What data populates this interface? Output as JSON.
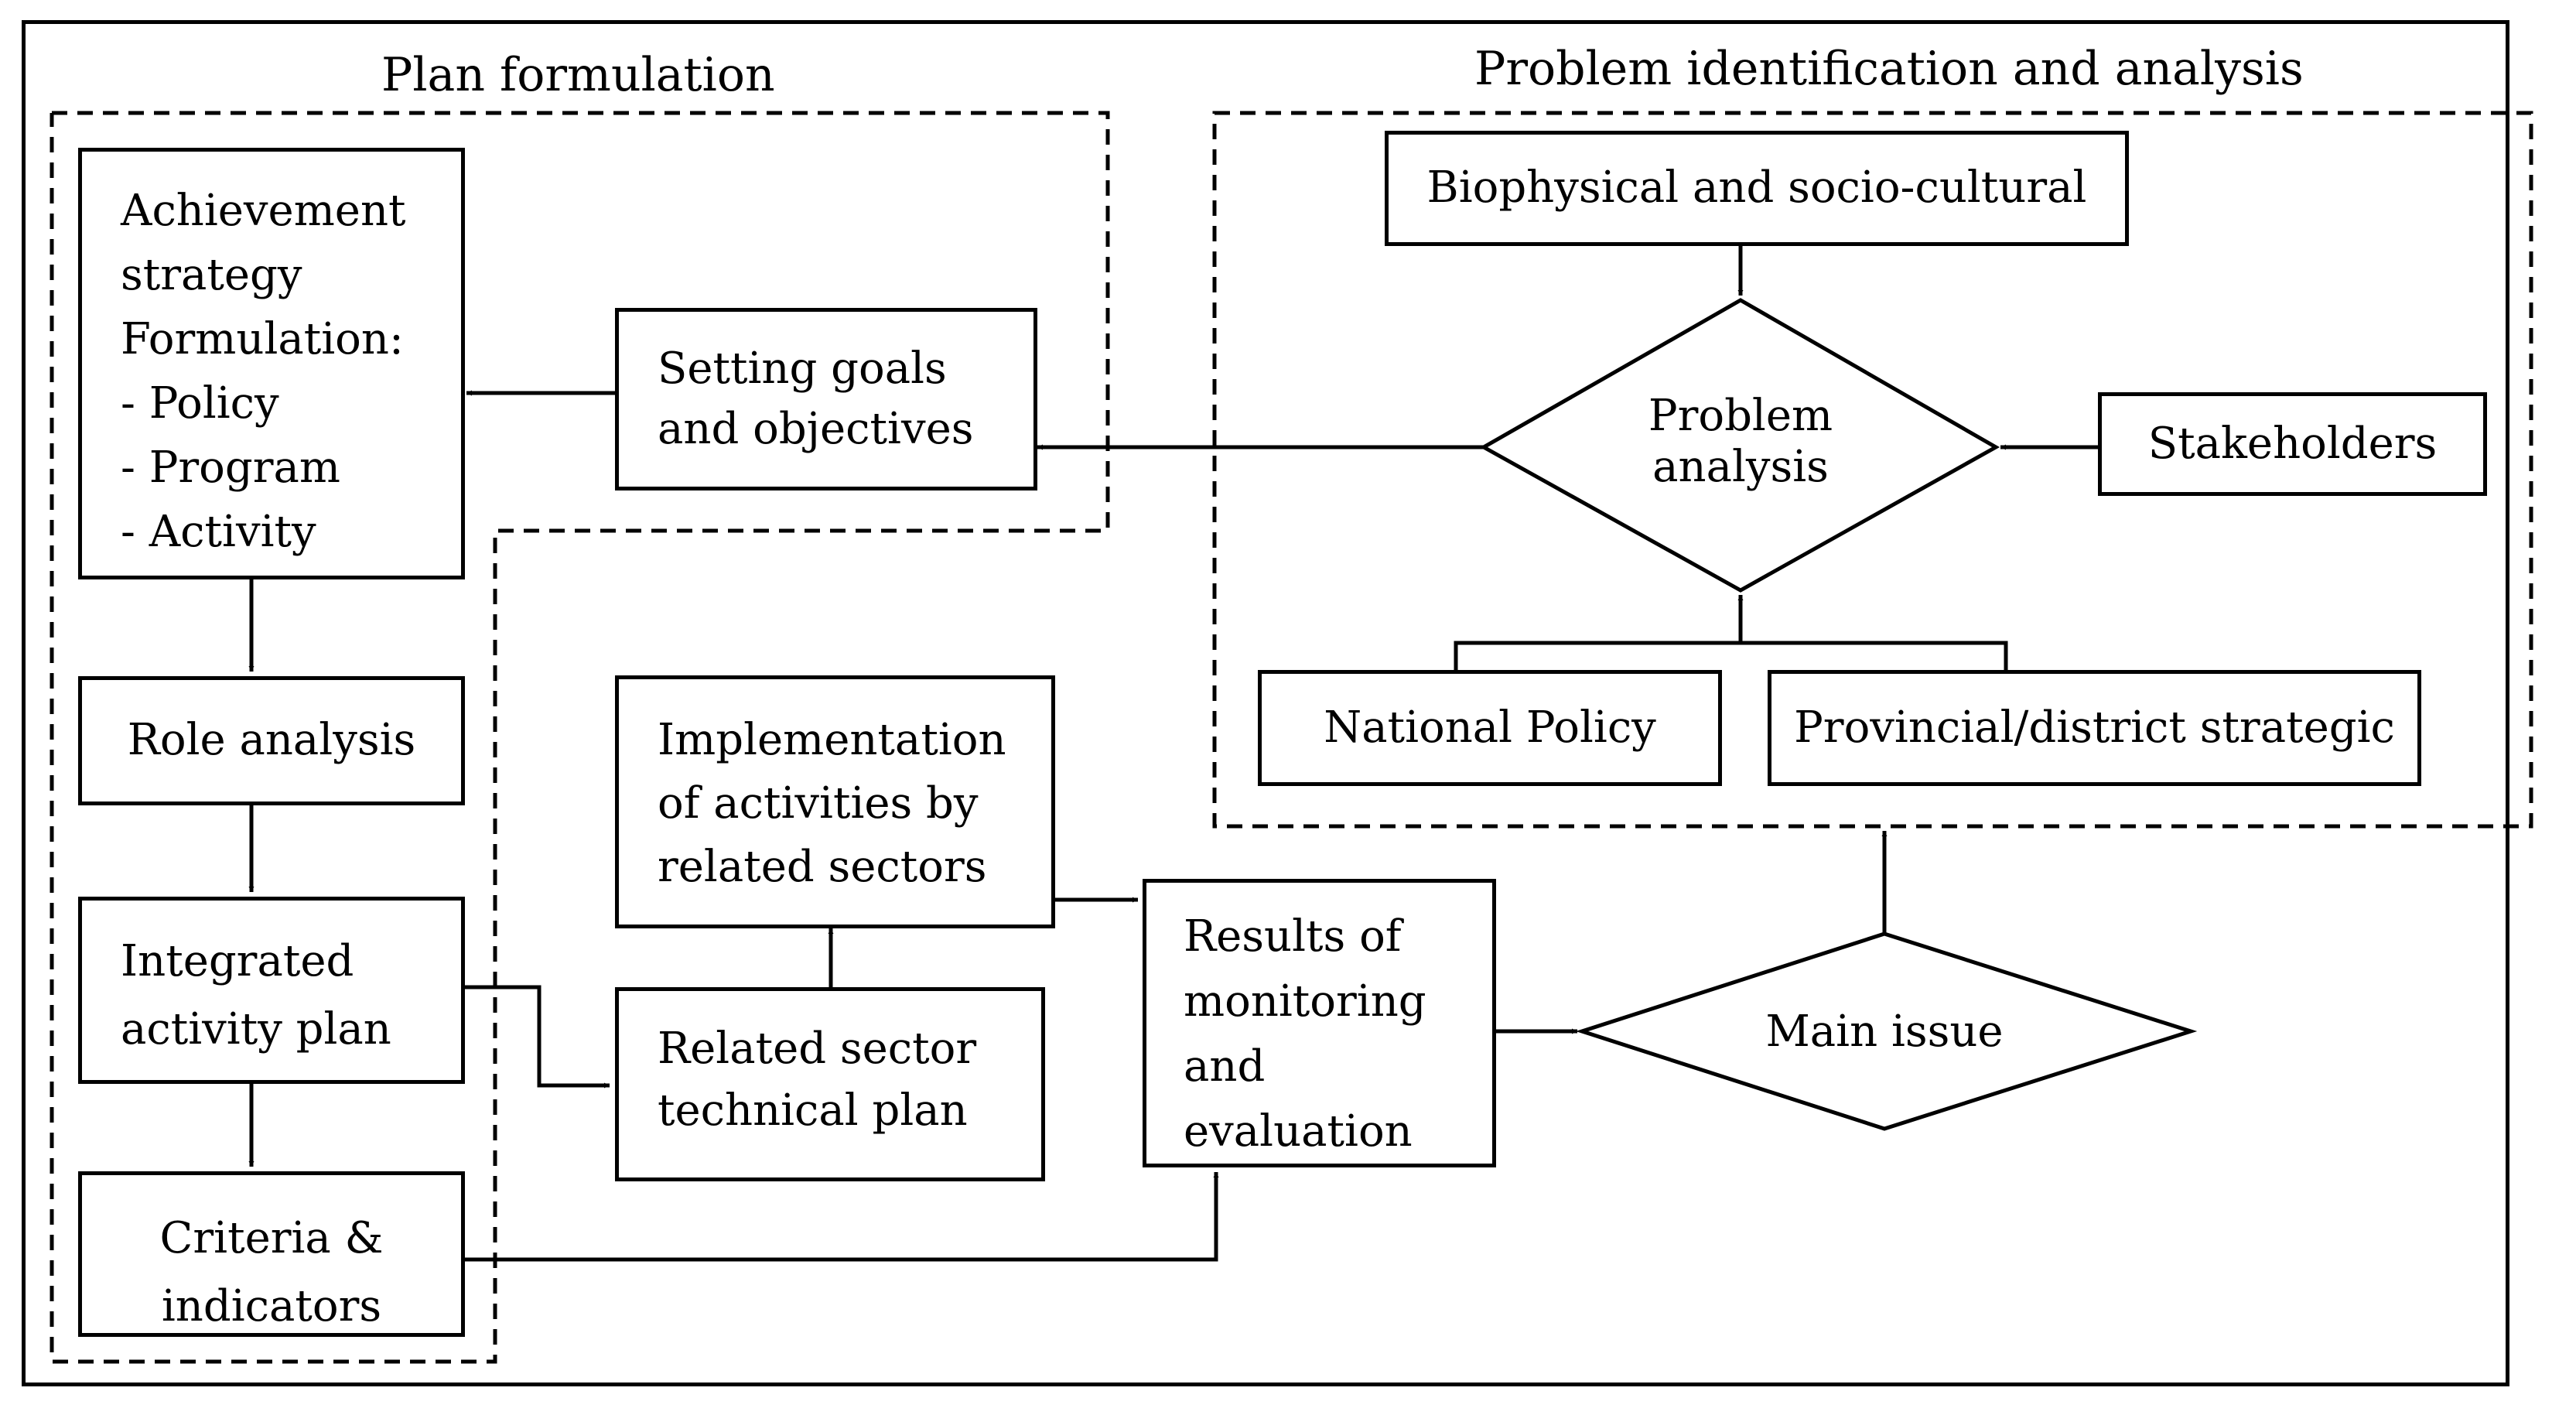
{
  "sections": {
    "plan_title": "Plan formulation",
    "problem_title": "Problem identification and analysis"
  },
  "nodes": {
    "achievement": [
      "Achievement",
      "strategy",
      "Formulation:",
      "- Policy",
      "- Program",
      "- Activity"
    ],
    "goals": [
      "Setting goals",
      "and objectives"
    ],
    "role": "Role analysis",
    "integrated": [
      "Integrated",
      "activity plan"
    ],
    "criteria": [
      "Criteria &",
      "indicators"
    ],
    "implementation": [
      "Implementation",
      "of activities by",
      "related sectors"
    ],
    "technical": [
      "Related sector",
      "technical plan"
    ],
    "results": [
      "Results of",
      "monitoring",
      "and",
      "evaluation"
    ],
    "main_issue": "Main issue",
    "biophysical": "Biophysical and socio-cultural",
    "problem_analysis": [
      "Problem",
      "analysis"
    ],
    "stakeholders": "Stakeholders",
    "national_policy": "National Policy",
    "provincial": "Provincial/district strategic"
  }
}
